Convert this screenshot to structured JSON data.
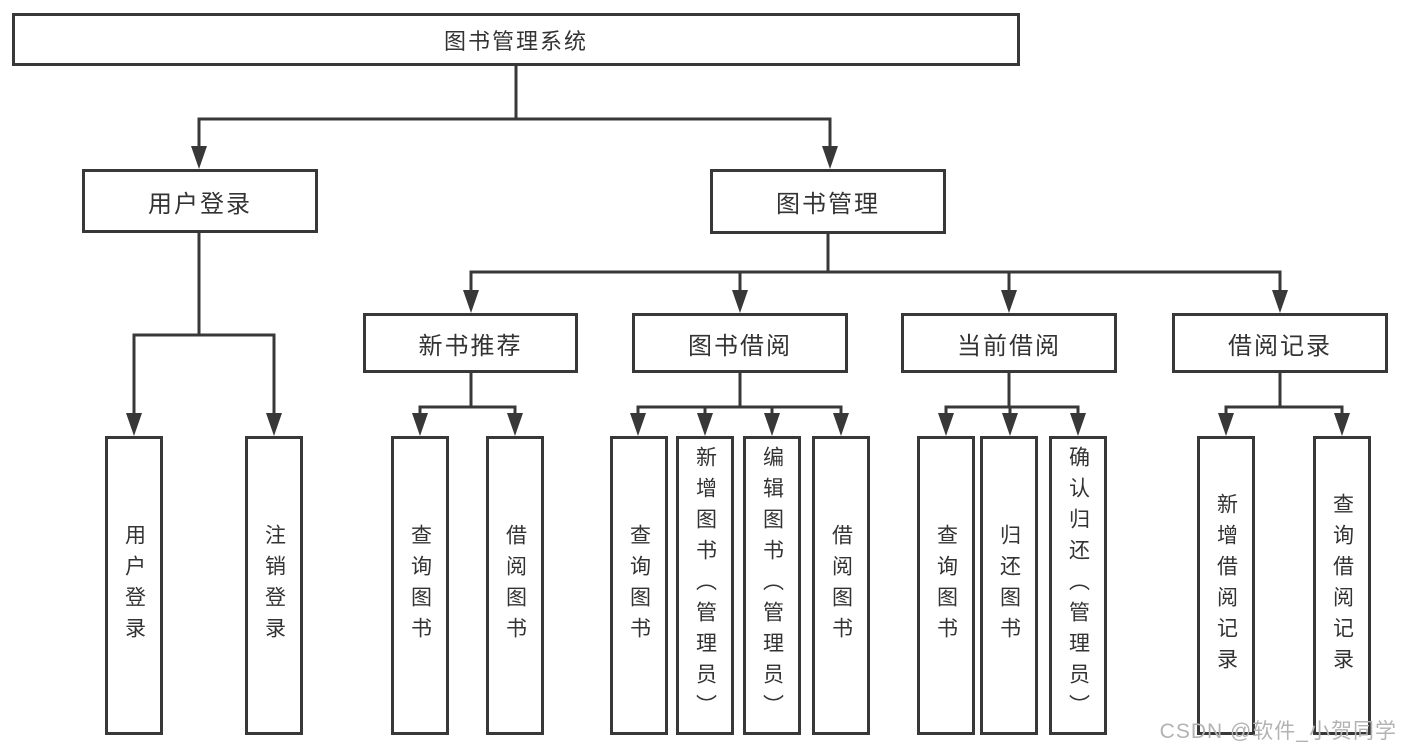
{
  "page": {
    "background": "#ffffff",
    "watermark": "CSDN @软件_小贺同学"
  },
  "colors": {
    "line": "#383838",
    "text": "#333333",
    "box_background": "#ffffff",
    "watermark": "#b3b3b3"
  },
  "tree": {
    "root": {
      "label": "图书管理系统"
    },
    "level2": [
      {
        "label": "用户登录"
      },
      {
        "label": "图书管理"
      }
    ],
    "level3": [
      {
        "label": "新书推荐",
        "parent": "图书管理"
      },
      {
        "label": "图书借阅",
        "parent": "图书管理"
      },
      {
        "label": "当前借阅",
        "parent": "图书管理"
      },
      {
        "label": "借阅记录",
        "parent": "图书管理"
      }
    ],
    "leaves": [
      {
        "label": "用户登录",
        "parent": "用户登录"
      },
      {
        "label": "注销登录",
        "parent": "用户登录"
      },
      {
        "label": "查询图书",
        "parent": "新书推荐"
      },
      {
        "label": "借阅图书",
        "parent": "新书推荐"
      },
      {
        "label": "查询图书",
        "parent": "图书借阅"
      },
      {
        "label": "新增图书（管理员）",
        "parent": "图书借阅"
      },
      {
        "label": "编辑图书（管理员）",
        "parent": "图书借阅"
      },
      {
        "label": "借阅图书",
        "parent": "图书借阅"
      },
      {
        "label": "查询图书",
        "parent": "当前借阅"
      },
      {
        "label": "归还图书",
        "parent": "当前借阅"
      },
      {
        "label": "确认归还（管理员）",
        "parent": "当前借阅"
      },
      {
        "label": "新增借阅记录",
        "parent": "借阅记录"
      },
      {
        "label": "查询借阅记录",
        "parent": "借阅记录"
      }
    ]
  }
}
